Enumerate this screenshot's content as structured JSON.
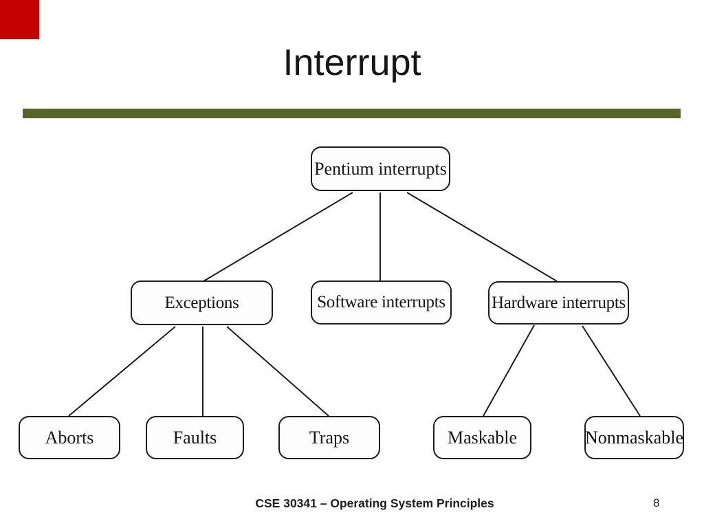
{
  "marker": {
    "color": "#c40000"
  },
  "slide": {
    "title": "Interrupt",
    "divider_color": "#57642a",
    "footer": {
      "course": "CSE 30341 – Operating System Principles",
      "page_number": "8"
    }
  },
  "diagram": {
    "type": "tree",
    "nodes": {
      "pentium": {
        "label": "Pentium interrupts"
      },
      "exceptions": {
        "label": "Exceptions"
      },
      "software": {
        "label": "Software interrupts"
      },
      "hardware": {
        "label": "Hardware interrupts"
      },
      "aborts": {
        "label": "Aborts"
      },
      "faults": {
        "label": "Faults"
      },
      "traps": {
        "label": "Traps"
      },
      "maskable": {
        "label": "Maskable"
      },
      "nonmaskable": {
        "label": "Nonmaskable"
      }
    },
    "edges": [
      [
        "pentium",
        "exceptions"
      ],
      [
        "pentium",
        "software"
      ],
      [
        "pentium",
        "hardware"
      ],
      [
        "exceptions",
        "aborts"
      ],
      [
        "exceptions",
        "faults"
      ],
      [
        "exceptions",
        "traps"
      ],
      [
        "hardware",
        "maskable"
      ],
      [
        "hardware",
        "nonmaskable"
      ]
    ]
  }
}
